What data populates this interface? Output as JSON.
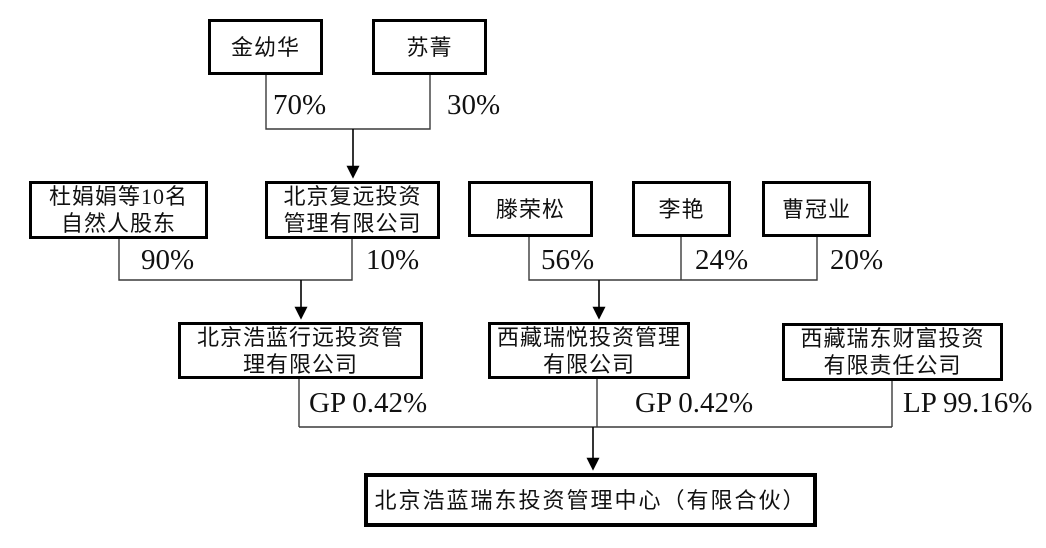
{
  "diagram": {
    "type": "ownership-structure-flowchart",
    "colors": {
      "background": "#ffffff",
      "box_border": "#000000",
      "connector_line": "#3a3a3a",
      "arrow": "#000000",
      "text": "#111111"
    },
    "nodes": [
      {
        "id": "jin-youhua",
        "label": "金幼华"
      },
      {
        "id": "su-jing",
        "label": "苏菁"
      },
      {
        "id": "du-juanjuan-shareholders",
        "label": "杜娟娟等10名\n自然人股东"
      },
      {
        "id": "beijing-fuyuan",
        "label": "北京复远投资\n管理有限公司"
      },
      {
        "id": "teng-rongsong",
        "label": "滕荣松"
      },
      {
        "id": "li-yan",
        "label": "李艳"
      },
      {
        "id": "cao-guanye",
        "label": "曹冠业"
      },
      {
        "id": "beijing-haolan-xingyuan",
        "label": "北京浩蓝行远投资管\n理有限公司"
      },
      {
        "id": "xizang-ruiyue",
        "label": "西藏瑞悦投资管理\n有限公司"
      },
      {
        "id": "xizang-ruidong",
        "label": "西藏瑞东财富投资\n有限责任公司"
      },
      {
        "id": "beijing-haolan-ruidong-partnership",
        "label": "北京浩蓝瑞东投资管理中心（有限合伙）"
      }
    ],
    "ownership_labels": [
      {
        "from": "jin-youhua",
        "to": "beijing-fuyuan",
        "text": "70%"
      },
      {
        "from": "su-jing",
        "to": "beijing-fuyuan",
        "text": "30%"
      },
      {
        "from": "du-juanjuan-shareholders",
        "to": "beijing-haolan-xingyuan",
        "text": "90%"
      },
      {
        "from": "beijing-fuyuan",
        "to": "beijing-haolan-xingyuan",
        "text": "10%"
      },
      {
        "from": "teng-rongsong",
        "to": "xizang-ruiyue",
        "text": "56%"
      },
      {
        "from": "li-yan",
        "to": "xizang-ruiyue",
        "text": "24%"
      },
      {
        "from": "cao-guanye",
        "to": "xizang-ruiyue",
        "text": "20%"
      },
      {
        "from": "beijing-haolan-xingyuan",
        "to": "beijing-haolan-ruidong-partnership",
        "text": "GP 0.42%"
      },
      {
        "from": "xizang-ruiyue",
        "to": "beijing-haolan-ruidong-partnership",
        "text": "GP 0.42%"
      },
      {
        "from": "xizang-ruidong",
        "to": "beijing-haolan-ruidong-partnership",
        "text": "LP 99.16%"
      }
    ]
  }
}
